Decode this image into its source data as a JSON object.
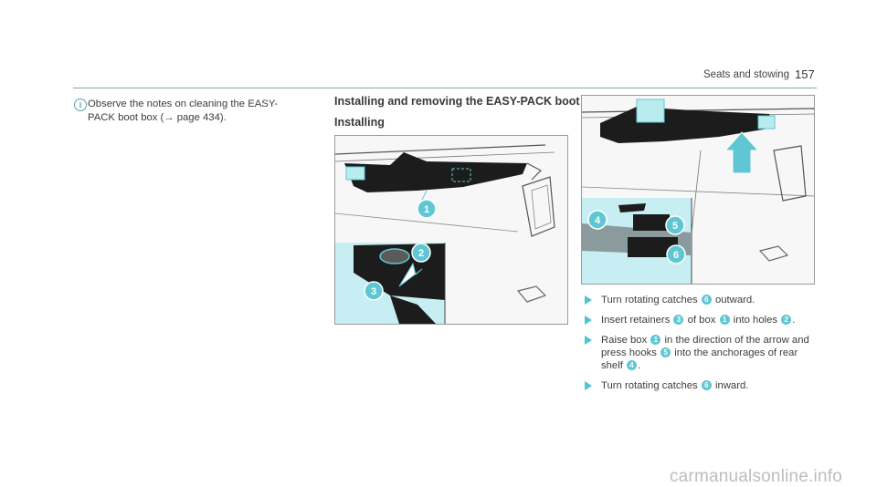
{
  "header": {
    "section": "Seats and stowing",
    "page": "157"
  },
  "note": {
    "icon": "info-icon",
    "text": "Observe the notes on cleaning the EASY-PACK boot box (→ page 434)."
  },
  "headings": {
    "h1": "Installing and removing the EASY-PACK boot box",
    "h2": "Installing"
  },
  "figure1": {
    "callouts": [
      "1",
      "2",
      "3"
    ]
  },
  "figure2": {
    "callouts": [
      "4",
      "5",
      "6"
    ]
  },
  "steps": [
    {
      "pre": "Turn rotating catches ",
      "n1": "6",
      "mid": " outward.",
      "n2": "",
      "post": ""
    },
    {
      "pre": "Insert retainers ",
      "n1": "3",
      "mid": " of box ",
      "n2": "1",
      "post": " into holes ",
      "n3": "2",
      "end": "."
    },
    {
      "pre": "Raise box ",
      "n1": "1",
      "mid": " in the direction of the arrow and press hooks ",
      "n2": "5",
      "post": " into the anchorages of rear shelf ",
      "n3": "4",
      "end": "."
    },
    {
      "pre": "Turn rotating catches ",
      "n1": "6",
      "mid": " inward.",
      "n2": "",
      "post": ""
    }
  ],
  "colors": {
    "accent": "#5fc7d3",
    "panel": "#c7eef2"
  },
  "watermark": "carmanualsonline.info"
}
